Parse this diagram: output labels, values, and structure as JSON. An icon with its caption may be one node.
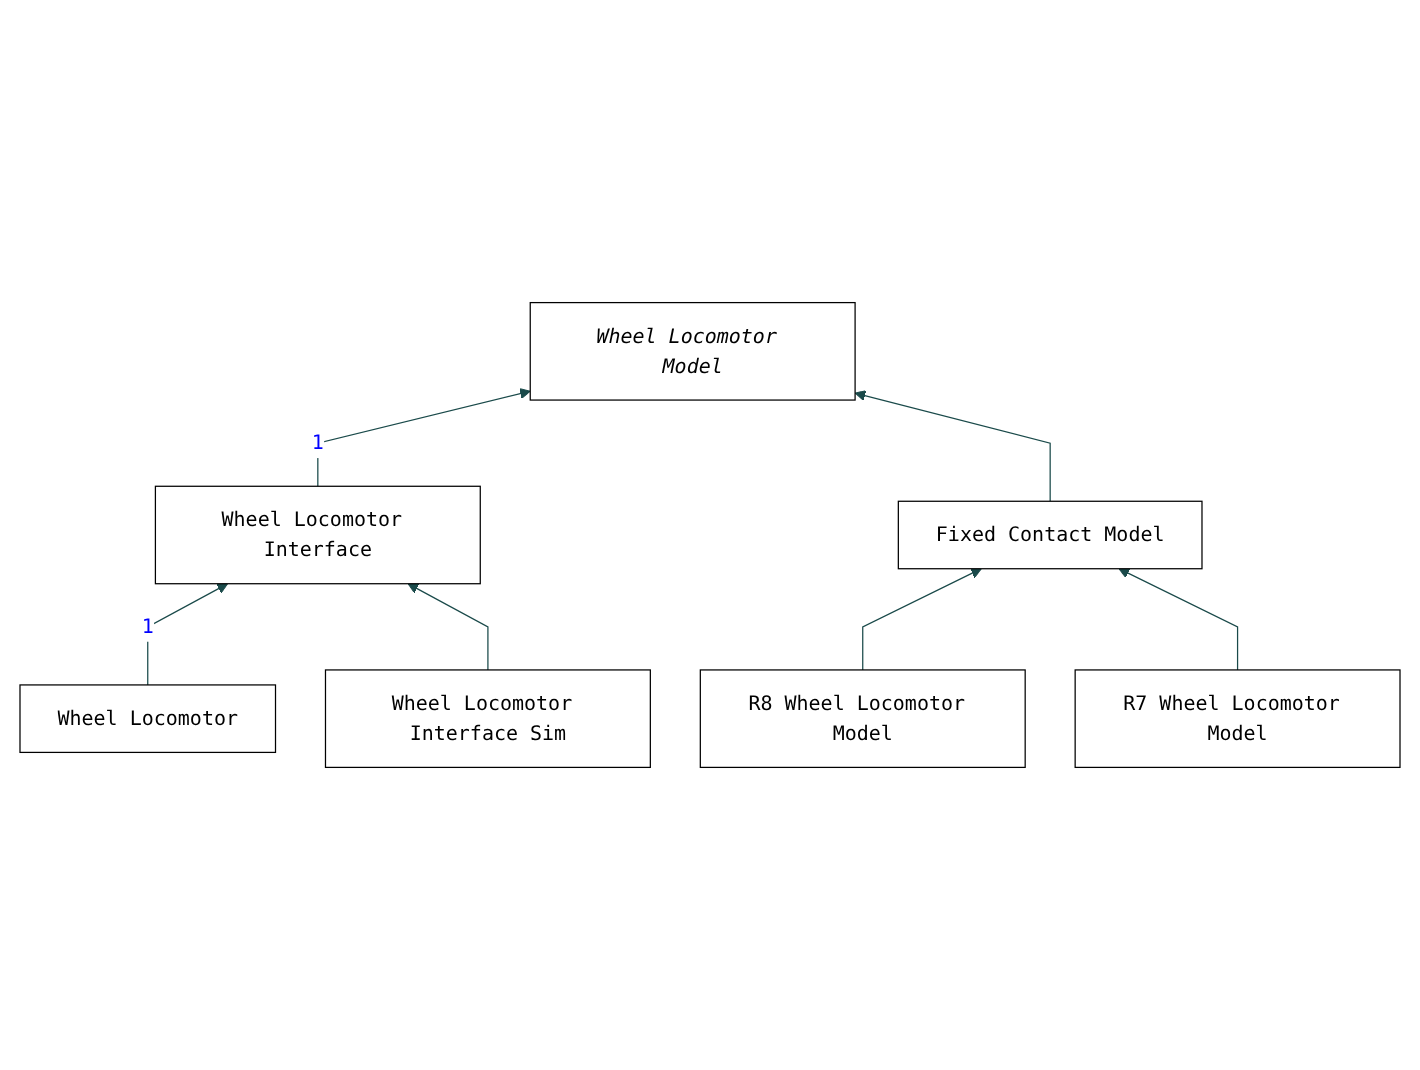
{
  "diagram": {
    "nodes": [
      {
        "text": [
          "Wheel Locomotor"
        ]
      },
      {
        "text": [
          "Wheel Locomotor Model"
        ]
      },
      {
        "text": [
          "Wheel Locomotor Interface"
        ]
      },
      {
        "text": [
          "Fixed Contact Model"
        ]
      },
      {
        "text": [
          "Wheel Locomotor Interface Sim"
        ]
      },
      {
        "text": [
          "R8 Wheel Locomotor Model"
        ]
      },
      {
        "text": [
          "R7 Wheel Locomotor Model"
        ]
      }
    ],
    "edges": [
      {
        "from": 0,
        "to": 2,
        "arrow": "to",
        "label": "1"
      },
      {
        "from": 2,
        "to": 1,
        "arrow": "to",
        "label": "1"
      },
      {
        "from": 3,
        "to": 1,
        "arrow": "to"
      },
      {
        "from": 4,
        "to": 2,
        "arrow": "to"
      },
      {
        "from": 5,
        "to": 3,
        "arrow": "to"
      },
      {
        "from": 6,
        "to": 3,
        "arrow": "to"
      }
    ]
  }
}
